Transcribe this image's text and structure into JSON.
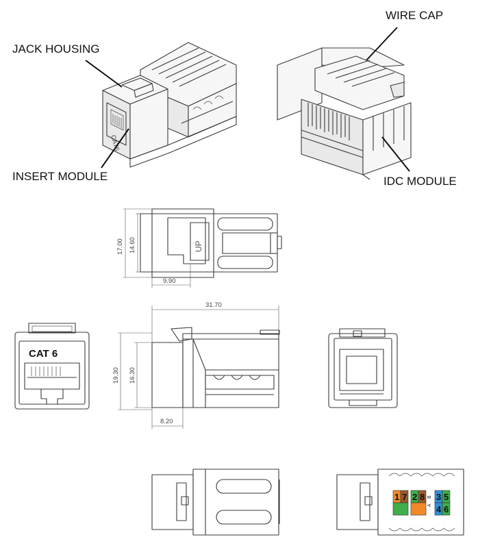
{
  "callouts": {
    "jack_housing": "JACK HOUSING",
    "wire_cap": "WIRE CAP",
    "insert_module": "INSERT MODULE",
    "idc_module": "IDC MODULE"
  },
  "dimensions": {
    "height_outer_top": "17.00",
    "height_inner_top": "14.60",
    "width_front_top": "9.90",
    "length_total": "31.70",
    "height_outer_side": "19.30",
    "height_inner_side": "16.30",
    "width_front_side": "8.20"
  },
  "labels": {
    "cat6": "CAT 6",
    "up": "UP",
    "housing_mark": "CAT6"
  },
  "wiring": {
    "pins_top": [
      "1",
      "7",
      "2",
      "8"
    ],
    "pins_bottom": [
      "3",
      "5",
      "4",
      "6"
    ],
    "scheme_a": "A",
    "scheme_b": "B",
    "pin_colors": {
      "orange": "#f08a28",
      "green": "#3fae4a",
      "brown": "#9a5a2a",
      "blue": "#2f8fd8"
    }
  }
}
